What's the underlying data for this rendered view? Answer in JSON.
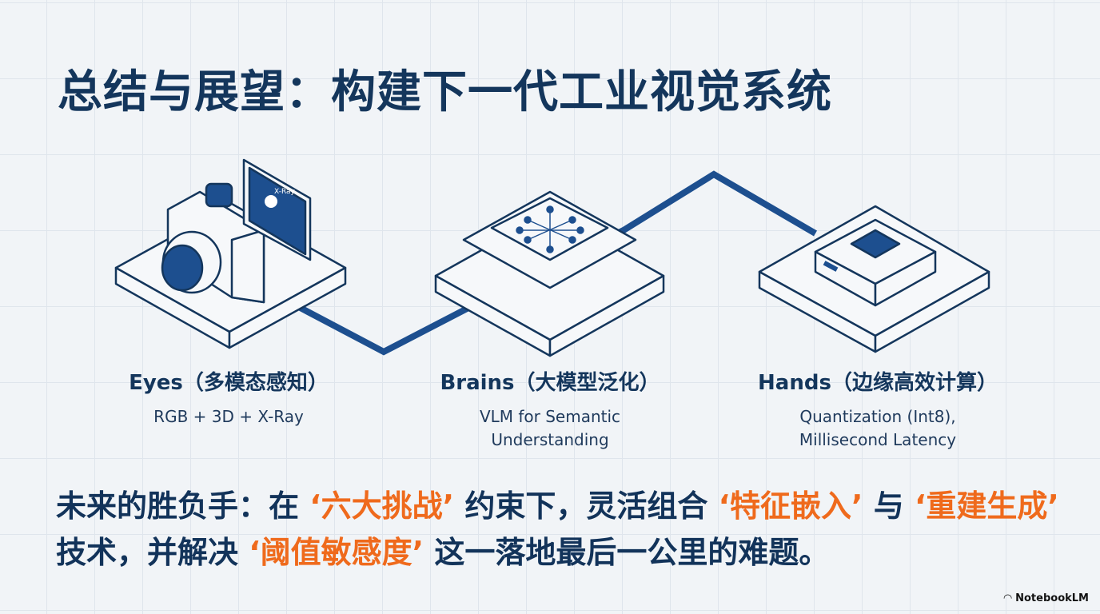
{
  "title": "总结与展望：构建下一代工业视觉系统",
  "columns": [
    {
      "heading": "Eyes（多模态感知）",
      "sub": [
        "RGB + 3D + X-Ray"
      ],
      "screen_label": "X-Ray"
    },
    {
      "heading": "Brains（大模型泛化）",
      "sub": [
        "VLM for Semantic",
        "Understanding"
      ]
    },
    {
      "heading": "Hands（边缘高效计算）",
      "sub": [
        "Quantization (Int8),",
        "Millisecond Latency"
      ]
    }
  ],
  "bottom_text": {
    "p1": "未来的胜负手：在",
    "h1": "‘六大挑战’",
    "p2": "约束下，灵活组合",
    "h2": "‘特征嵌入’",
    "p3": "与",
    "h3": "‘重建生成’",
    "p4": "技术，并解决",
    "h4": "‘阈值敏感度’",
    "p5": "这一落地最后一公里的难题。"
  },
  "watermark": "NotebookLM",
  "colors": {
    "navy": "#14365c",
    "accent": "#ef6a1c",
    "line": "#1d4f8f"
  }
}
